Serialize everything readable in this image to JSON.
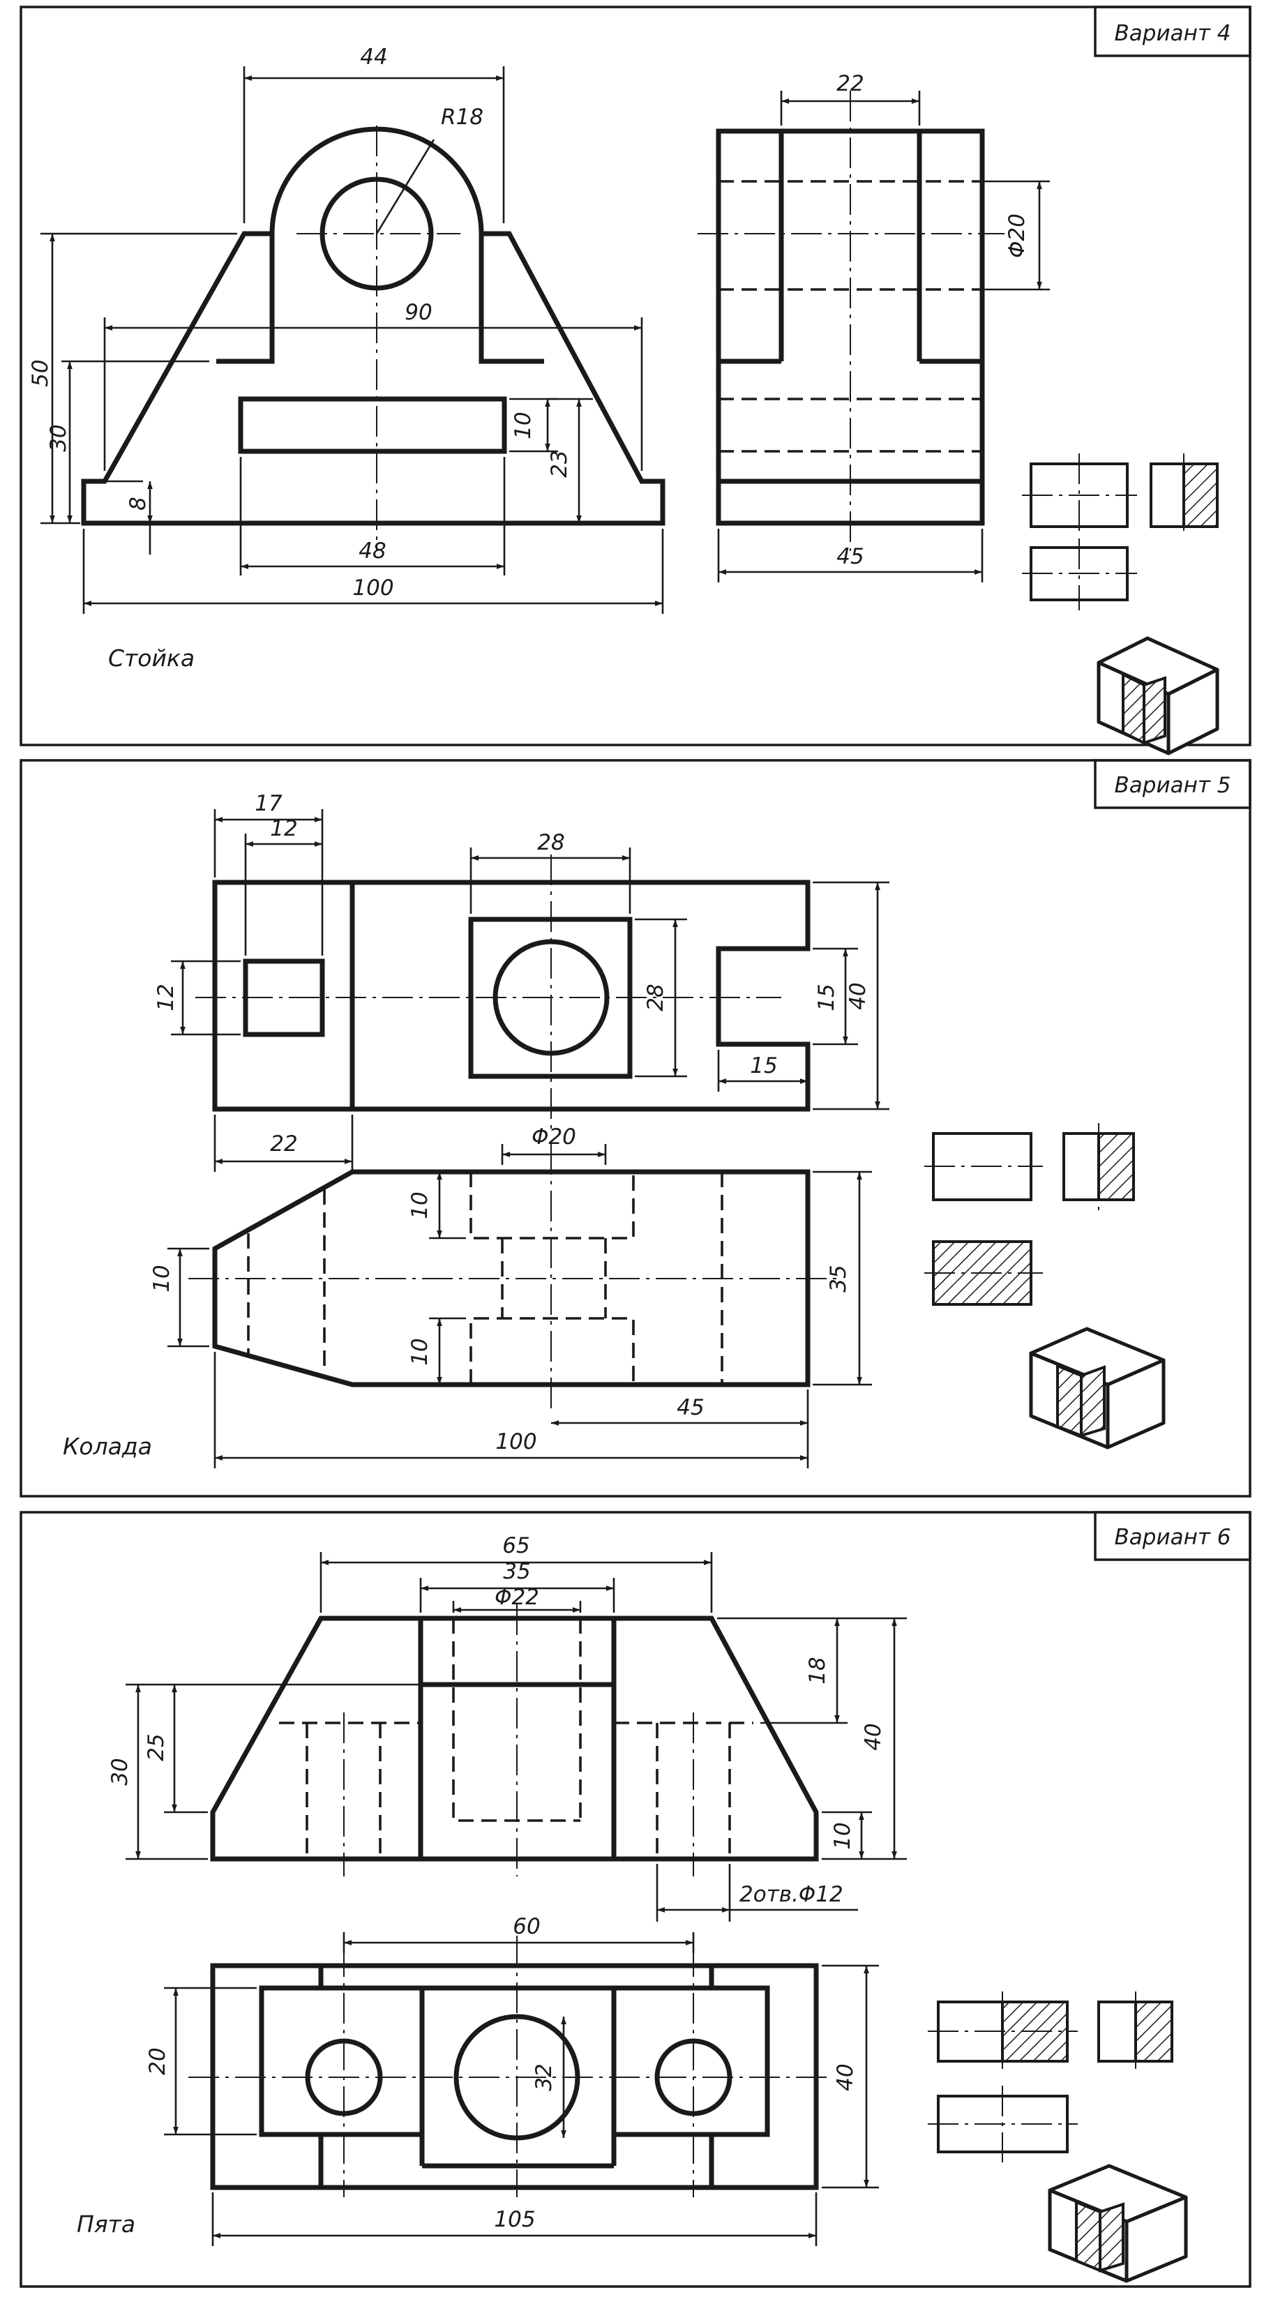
{
  "panels": [
    {
      "variant_label": "Вариант 4",
      "part_name": "Стойка",
      "dims": [
        "44",
        "R18",
        "90",
        "50",
        "30",
        "10",
        "23",
        "8",
        "48",
        "100",
        "22",
        "Φ20",
        "45"
      ]
    },
    {
      "variant_label": "Вариант 5",
      "part_name": "Колада",
      "dims": [
        "17",
        "12",
        "28",
        "12",
        "28",
        "15",
        "40",
        "15",
        "22",
        "Φ20",
        "10",
        "10",
        "35",
        "10",
        "45",
        "100"
      ]
    },
    {
      "variant_label": "Вариант 6",
      "part_name": "Пята",
      "dims": [
        "65",
        "35",
        "Φ22",
        "18",
        "40",
        "30",
        "25",
        "10",
        "2отв.Φ12",
        "60",
        "20",
        "32",
        "40",
        "105"
      ]
    }
  ]
}
